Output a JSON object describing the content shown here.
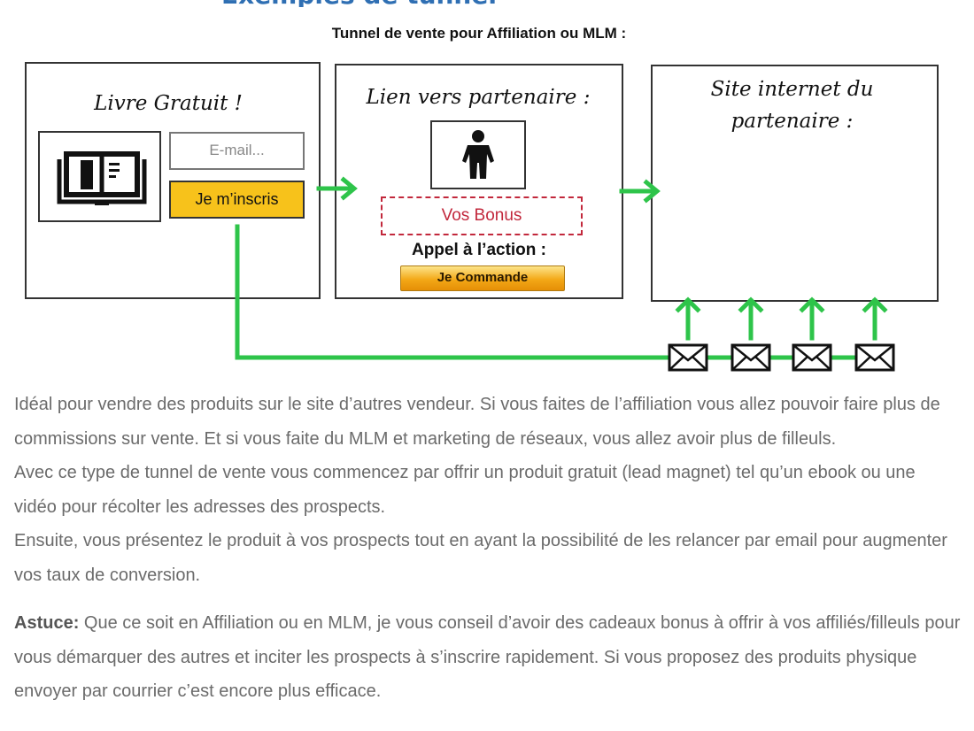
{
  "heading_fragment": "Exemples de tunnels",
  "diagram": {
    "title": "Tunnel de vente pour Affiliation ou MLM :",
    "box1": {
      "title": "Livre Gratuit !",
      "email_placeholder": "E-mail...",
      "button_label": "Je m’inscris",
      "button_color": "#f7c21b"
    },
    "box2": {
      "title": "Lien vers partenaire :",
      "bonus_label": "Vos Bonus",
      "cta_label": "Appel à l’action :",
      "order_button": "Je Commande"
    },
    "box3": {
      "title_line1": "Site internet du",
      "title_line2": "partenaire :"
    },
    "arrow_color": "#2ec44a",
    "icons": [
      "book-icon",
      "person-icon",
      "envelope-icon"
    ]
  },
  "body": {
    "p1": "Idéal pour vendre des produits sur le site d’autres vendeur. Si vous faites de l’affiliation vous allez pouvoir faire plus de commissions sur vente. Et si vous faite du MLM et marketing de réseaux, vous allez avoir plus de filleuls.",
    "p2": "Avec ce type de tunnel de vente vous commencez par offrir un produit gratuit (lead magnet) tel qu’un ebook ou une vidéo pour récolter les adresses des prospects.",
    "p3": "Ensuite, vous présentez le produit à vos prospects tout en ayant la possibilité de les relancer par email pour augmenter vos taux de conversion.",
    "astuce_label": "Astuce:",
    "astuce_text": " Que ce soit en Affiliation ou en MLM, je vous conseil d’avoir des cadeaux bonus  à offrir à vos affiliés/filleuls pour vous démarquer des autres et inciter les prospects  à s’inscrire rapidement. Si vous proposez des produits physique envoyer par courrier c’est encore plus efficace."
  }
}
